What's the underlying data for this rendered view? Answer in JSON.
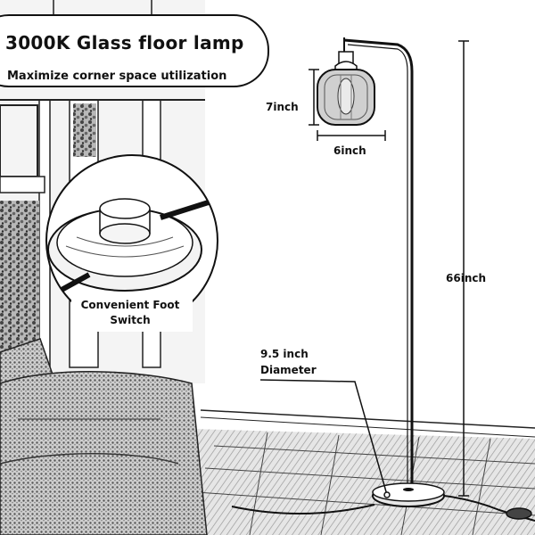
{
  "title": "3000K Glass floor lamp",
  "subtitle": "Maximize corner space utilization",
  "dimensions": {
    "shade_height": "7inch",
    "shade_width": "6inch",
    "total_height": "66inch",
    "base_diameter_line1": "9.5 inch",
    "base_diameter_line2": "Diameter"
  },
  "switch_label": {
    "line1": "Convenient Foot",
    "line2": "Switch"
  },
  "colors": {
    "ink": "#111111",
    "background": "#ffffff",
    "floor": "#d9d9d9"
  }
}
